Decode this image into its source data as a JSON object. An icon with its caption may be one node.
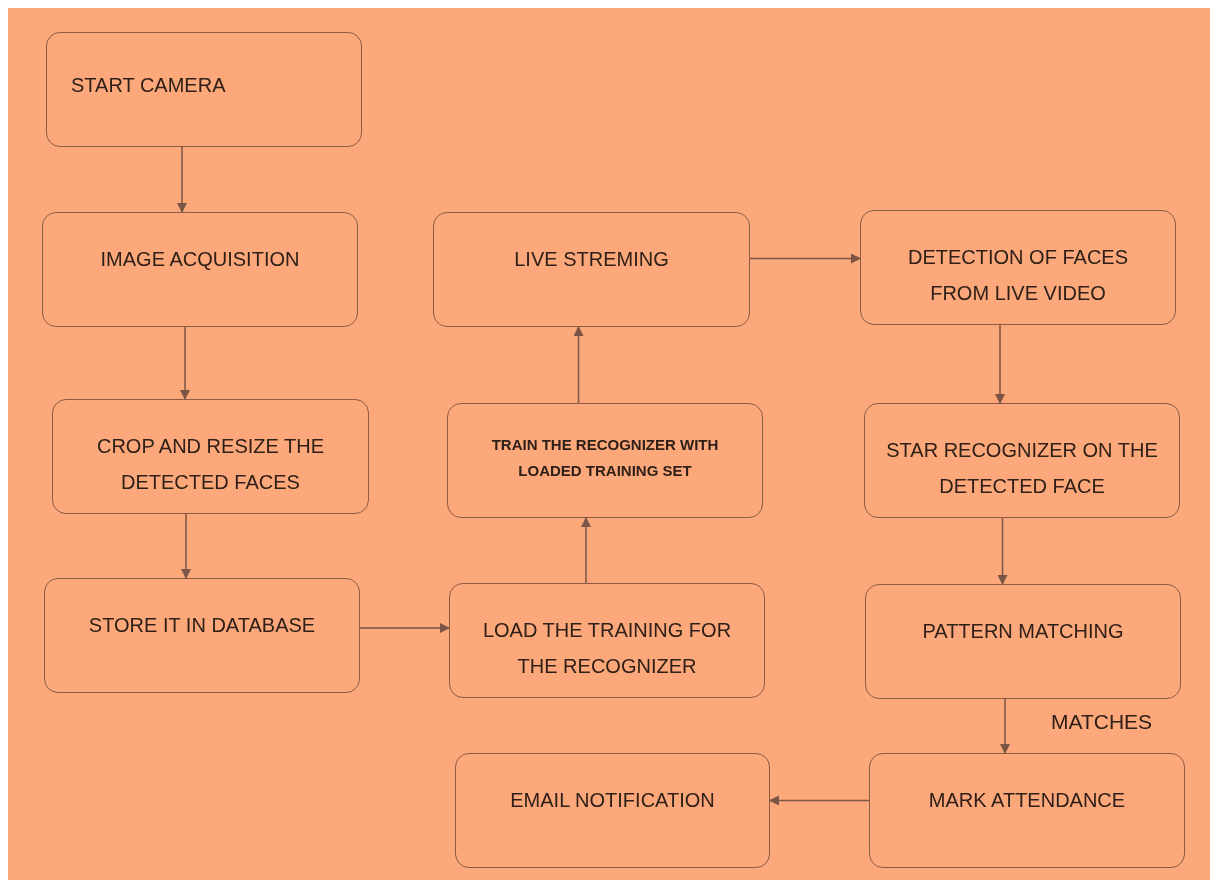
{
  "diagram": {
    "nodes": [
      {
        "text": [
          "START CAMERA"
        ]
      },
      {
        "text": [
          "IMAGE ACQUISITION"
        ]
      },
      {
        "text": [
          "CROP AND RESIZE THE DETECTED FACES"
        ]
      },
      {
        "text": [
          "STORE IT IN DATABASE"
        ]
      },
      {
        "text": [
          "LOAD THE TRAINING FOR THE RECOGNIZER"
        ]
      },
      {
        "text": [
          "TRAIN THE RECOGNIZER WITH LOADED TRAINING SET"
        ]
      },
      {
        "text": [
          "LIVE STREMING"
        ]
      },
      {
        "text": [
          "DETECTION OF FACES FROM LIVE VIDEO"
        ]
      },
      {
        "text": [
          "STAR RECOGNIZER ON THE DETECTED FACE"
        ]
      },
      {
        "text": [
          "PATTERN MATCHING"
        ]
      },
      {
        "text": [
          "MARK ATTENDANCE"
        ]
      },
      {
        "text": [
          "EMAIL NOTIFICATION"
        ]
      }
    ],
    "edges": [
      {
        "from": 0,
        "to": 1,
        "arrow": "to"
      },
      {
        "from": 1,
        "to": 2,
        "arrow": "to"
      },
      {
        "from": 2,
        "to": 3,
        "arrow": "to"
      },
      {
        "from": 3,
        "to": 4,
        "arrow": "to"
      },
      {
        "from": 4,
        "to": 5,
        "arrow": "to"
      },
      {
        "from": 5,
        "to": 6,
        "arrow": "to"
      },
      {
        "from": 6,
        "to": 7,
        "arrow": "to"
      },
      {
        "from": 7,
        "to": 8,
        "arrow": "to"
      },
      {
        "from": 8,
        "to": 9,
        "arrow": "to"
      },
      {
        "from": 9,
        "to": 10,
        "arrow": "to",
        "label": "MATCHES"
      },
      {
        "from": 10,
        "to": 11,
        "arrow": "to"
      }
    ]
  }
}
